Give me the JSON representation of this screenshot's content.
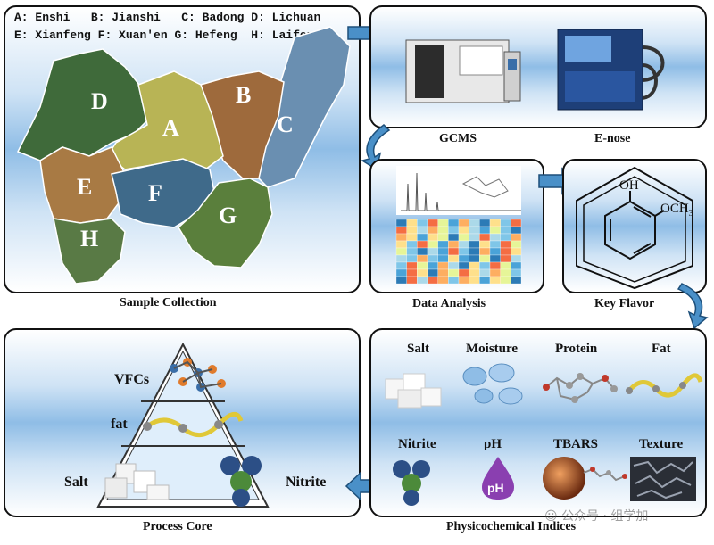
{
  "legend": {
    "row1": [
      "A: Enshi",
      "B: Jianshi",
      "C: Badong",
      "D: Lichuan"
    ],
    "row2": [
      "E: Xianfeng",
      "F: Xuan'en",
      "G: Hefeng",
      "H: Laifeng"
    ]
  },
  "map_letters": [
    "A",
    "B",
    "C",
    "D",
    "E",
    "F",
    "G",
    "H"
  ],
  "captions": {
    "sample_collection": "Sample Collection",
    "gcms": "GCMS",
    "enose": "E-nose",
    "data_analysis": "Data Analysis",
    "key_flavor": "Key Flavor",
    "process_core": "Process Core",
    "physicochemical": "Physicochemical Indices"
  },
  "molecule": {
    "oh": "OH",
    "och3": "OCH",
    "sub3": "3"
  },
  "pyramid": {
    "top": "VFCs",
    "middle": "fat",
    "left": "Salt",
    "right": "Nitrite"
  },
  "indices": [
    "Salt",
    "Moisture",
    "Protein",
    "Fat",
    "Nitrite",
    "pH",
    "TBARS",
    "Texture"
  ],
  "ph_icon": "pH",
  "watermark": "公众号 · 组学加",
  "colors": {
    "A": "#b8b455",
    "B": "#9e6a3c",
    "C": "#6a8fb1",
    "D": "#3f6a3a",
    "E": "#a87a44",
    "F": "#3f6a8a",
    "G": "#5a7f3c",
    "H": "#597a45",
    "arrow": "#4a90c8"
  }
}
